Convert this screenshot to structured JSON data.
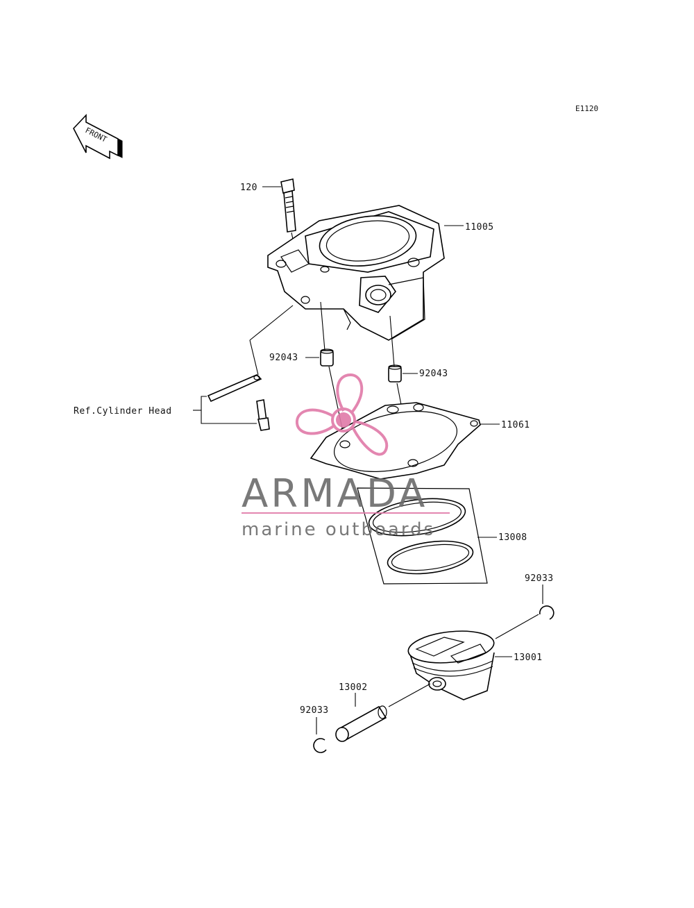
{
  "diagram_code": "E1120",
  "front_label": "FRONT",
  "parts": {
    "p120": "120",
    "p11005": "11005",
    "p92043_left": "92043",
    "p92043_right": "92043",
    "ref_cylinder_head": "Ref.Cylinder Head",
    "p11061": "11061",
    "p13008": "13008",
    "p92033_top": "92033",
    "p13001": "13001",
    "p13002": "13002",
    "p92033_bottom": "92033"
  },
  "watermark": {
    "brand": "ARMADA",
    "tagline": "marine outboards",
    "brand_color": "#6b6b6b",
    "accent_color": "#e07aa8"
  }
}
